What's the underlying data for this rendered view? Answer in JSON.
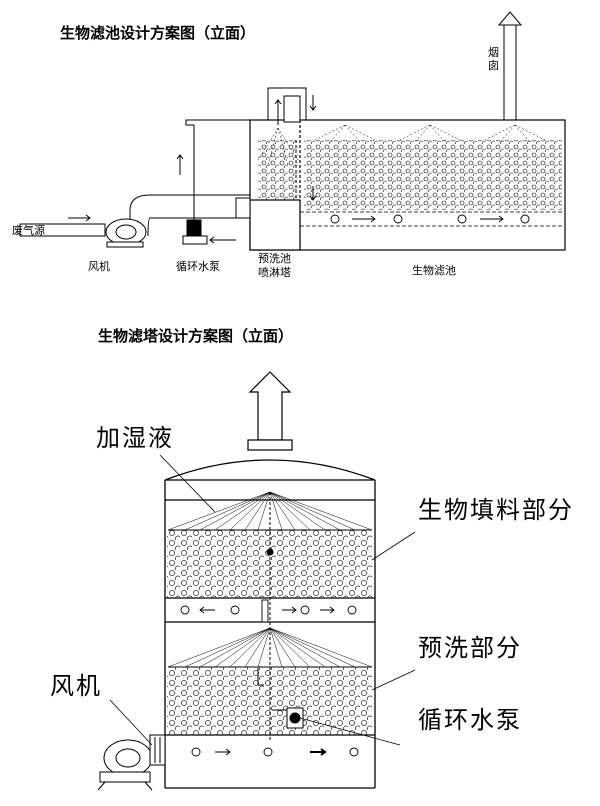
{
  "diagram1": {
    "title": "生物滤池设计方案图（立面）",
    "labels": {
      "chimney": "烟囱",
      "waste_gas_source": "废气源",
      "fan": "风机",
      "circulation_pump": "循环水泵",
      "prewash_line1": "预洗池",
      "prewash_line2": "喷淋塔",
      "biofilter": "生物滤池"
    }
  },
  "diagram2": {
    "title": "生物滤塔设计方案图（立面）",
    "labels": {
      "humidifying_liquid": "加湿液",
      "bio_filler": "生物填料部分",
      "prewash": "预洗部分",
      "fan": "风机",
      "circulation_pump": "循环水泵"
    }
  },
  "colors": {
    "line": "#000000",
    "background": "#ffffff"
  }
}
